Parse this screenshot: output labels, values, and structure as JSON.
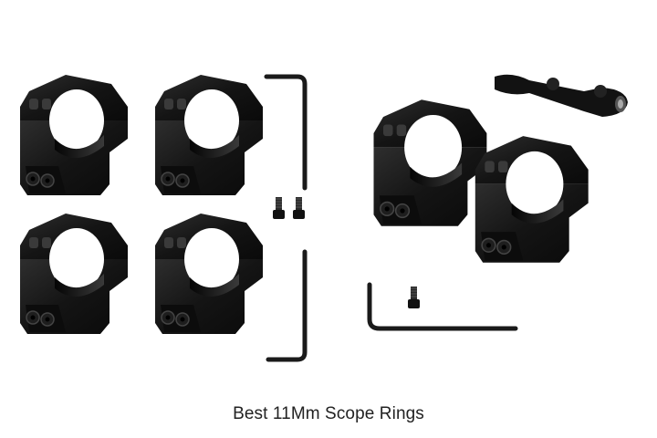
{
  "image": {
    "alt": "Scope ring mounts product photo",
    "left_group": {
      "description": "Four 11mm dovetail scope rings with two hex keys and two screws",
      "ring_count": 4,
      "accessories": [
        "hex-key",
        "hex-key",
        "screw",
        "screw"
      ]
    },
    "right_group": {
      "description": "Two high-profile scope rings with riflescope, hex key and screw",
      "ring_count": 2,
      "accessories": [
        "riflescope",
        "hex-key",
        "screw"
      ]
    },
    "colors": {
      "background": "#ffffff",
      "metal": "#151515",
      "highlight": "#3a3a3a"
    }
  },
  "caption": {
    "text": "Best 11Mm Scope Rings"
  }
}
